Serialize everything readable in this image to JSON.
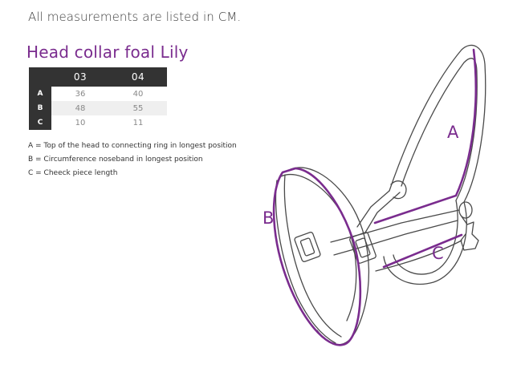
{
  "intro": "All measurements are listed in CM.",
  "title": "Head collar foal Lily",
  "table": {
    "columns": [
      "03",
      "04"
    ],
    "rows": [
      {
        "label": "A",
        "values": [
          "36",
          "40"
        ]
      },
      {
        "label": "B",
        "values": [
          "48",
          "55"
        ]
      },
      {
        "label": "C",
        "values": [
          "10",
          "11"
        ]
      }
    ]
  },
  "legend": [
    "A = Top of the head to connecting ring in longest position",
    "B = Circumference noseband in longest position",
    "C = Cheeck piece length"
  ],
  "diagram": {
    "label_a": "A",
    "label_b": "B",
    "label_c": "C",
    "accent_color": "#7a2c8e",
    "outline_color": "#4a4a4a"
  }
}
